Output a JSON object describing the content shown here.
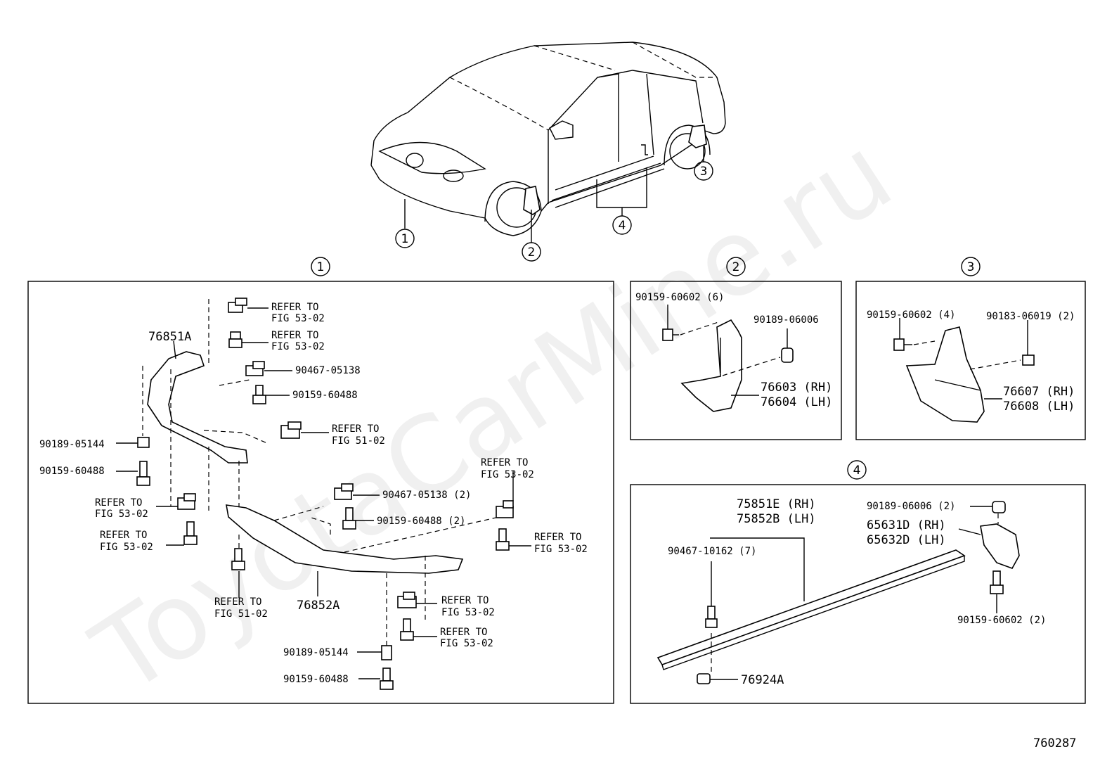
{
  "watermark": "ToyotaCarMine.ru",
  "diagram_id": "760287",
  "callouts": [
    "1",
    "2",
    "3",
    "4"
  ],
  "panel1": {
    "number": "1",
    "labels": {
      "p76851A": "76851A",
      "p76852A": "76852A",
      "refer_top1_a": "REFER TO",
      "refer_top1_b": "FIG 53-02",
      "refer_top2_a": "REFER TO",
      "refer_top2_b": "FIG 53-02",
      "clip_90467": "90467-05138",
      "screw_90159_a": "90159-60488",
      "refer_mid_a": "REFER TO",
      "refer_mid_b": "FIG 51-02",
      "nut_90189_left": "90189-05144",
      "screw_90159_left": "90159-60488",
      "refer_left1_a": "REFER TO",
      "refer_left1_b": "FIG 53-02",
      "refer_left2_a": "REFER TO",
      "refer_left2_b": "FIG 53-02",
      "clip_90467_2": "90467-05138 (2)",
      "screw_90159_2": "90159-60488 (2)",
      "refer_right1_a": "REFER TO",
      "refer_right1_b": "FIG 53-02",
      "refer_right2_a": "REFER TO",
      "refer_right2_b": "FIG 53-02",
      "refer_bot1_a": "REFER TO",
      "refer_bot1_b": "FIG 51-02",
      "refer_bot2_a": "REFER TO",
      "refer_bot2_b": "FIG 53-02",
      "refer_bot3_a": "REFER TO",
      "refer_bot3_b": "FIG 53-02",
      "nut_90189_bot": "90189-05144",
      "screw_90159_bot": "90159-60488"
    }
  },
  "panel2": {
    "number": "2",
    "labels": {
      "screw": "90159-60602 (6)",
      "nut": "90189-06006",
      "rh": "76603 (RH)",
      "lh": "76604 (LH)"
    }
  },
  "panel3": {
    "number": "3",
    "labels": {
      "screw": "90159-60602 (4)",
      "nut": "90183-06019 (2)",
      "rh": "76607 (RH)",
      "lh": "76608 (LH)"
    }
  },
  "panel4": {
    "number": "4",
    "labels": {
      "rh": "75851E (RH)",
      "lh": "75852B (LH)",
      "clip": "90467-10162 (7)",
      "nut": "90189-06006 (2)",
      "bracket_rh": "65631D (RH)",
      "bracket_lh": "65632D (LH)",
      "screw": "90159-60602 (2)",
      "grommet": "76924A"
    }
  }
}
